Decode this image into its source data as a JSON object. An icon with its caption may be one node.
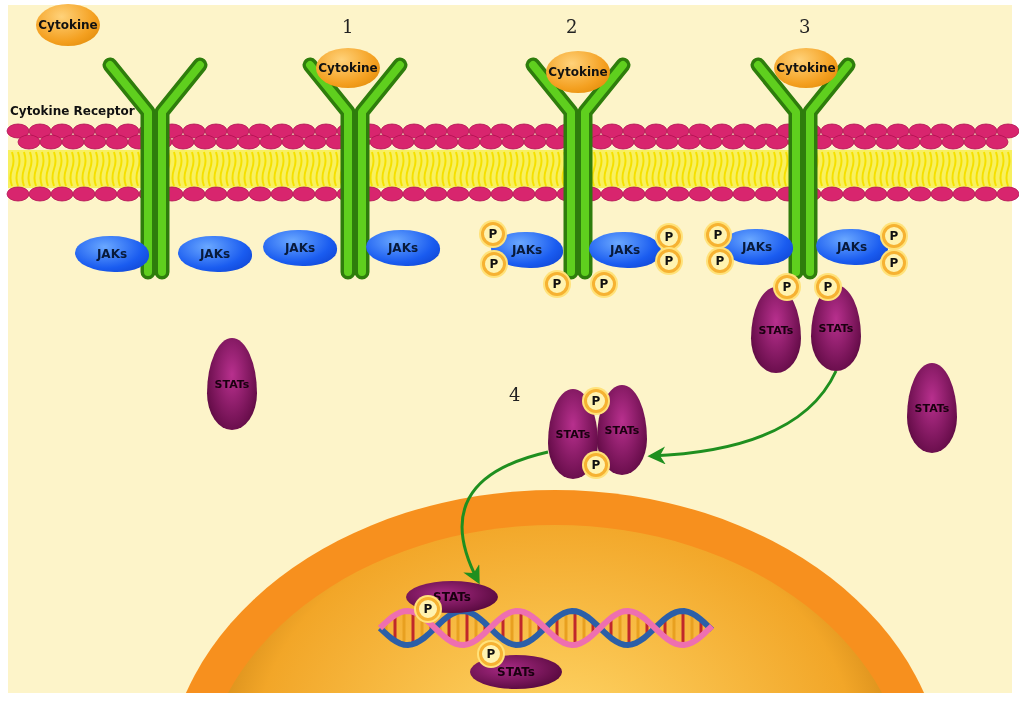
{
  "diagram": {
    "nodes": [
      {
        "text": [
          "Cytokine"
        ]
      },
      {
        "text": [
          "Cytokine"
        ]
      },
      {
        "text": [
          "Cytokine"
        ]
      },
      {
        "text": [
          "Cytokine"
        ]
      },
      {
        "text": [
          "JAKs"
        ]
      },
      {
        "text": [
          "JAKs"
        ]
      },
      {
        "text": [
          "JAKs"
        ]
      },
      {
        "text": [
          "JAKs"
        ]
      },
      {
        "text": [
          "JAKs"
        ]
      },
      {
        "text": [
          "JAKs"
        ]
      },
      {
        "text": [
          "JAKs"
        ]
      },
      {
        "text": [
          "JAKs"
        ]
      },
      {
        "text": [
          "P"
        ]
      },
      {
        "text": [
          "P"
        ]
      },
      {
        "text": [
          "P"
        ]
      },
      {
        "text": [
          "P"
        ]
      },
      {
        "text": [
          "P"
        ]
      },
      {
        "text": [
          "P"
        ]
      },
      {
        "text": [
          "P"
        ]
      },
      {
        "text": [
          "P"
        ]
      },
      {
        "text": [
          "P"
        ]
      },
      {
        "text": [
          "P"
        ]
      },
      {
        "text": [
          "P"
        ]
      },
      {
        "text": [
          "P"
        ]
      },
      {
        "text": [
          "P"
        ]
      },
      {
        "text": [
          "P"
        ]
      },
      {
        "text": [
          "P"
        ]
      },
      {
        "text": [
          "P"
        ]
      },
      {
        "text": [
          "STATs"
        ]
      },
      {
        "text": [
          "STATs"
        ]
      },
      {
        "text": [
          "STATs"
        ]
      },
      {
        "text": [
          "STATs"
        ]
      },
      {
        "text": [
          "STATs"
        ]
      },
      {
        "text": [
          "STATs"
        ]
      },
      {
        "text": [
          "STATs"
        ]
      },
      {
        "text": [
          "STATs"
        ]
      }
    ],
    "edges": [
      {
        "from": 30,
        "to": 33,
        "arrow": "to"
      },
      {
        "from": 32,
        "to": 34,
        "arrow": "to"
      }
    ],
    "labels": [
      "1",
      "2",
      "3",
      "Cytokine Receptor",
      "4"
    ]
  }
}
